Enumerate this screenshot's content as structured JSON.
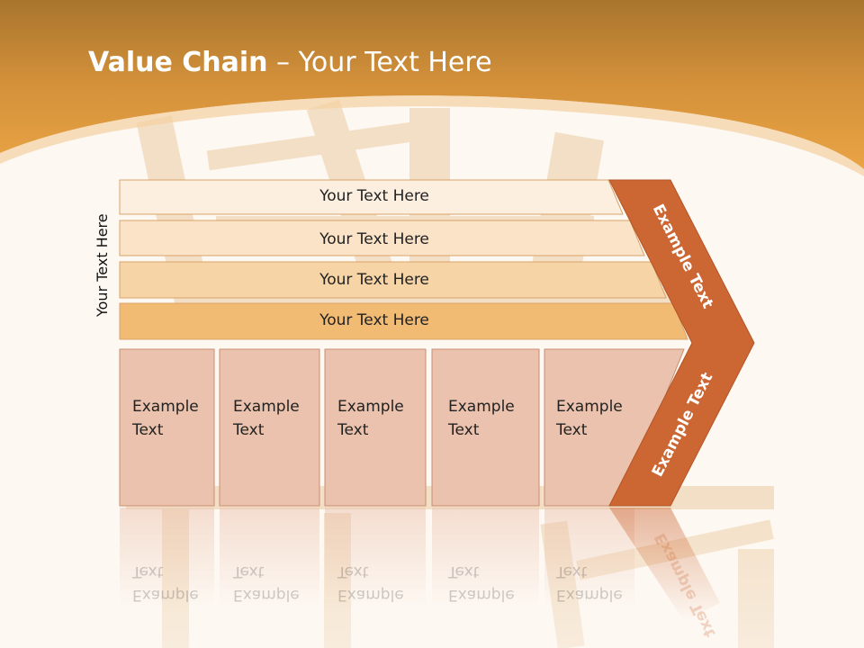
{
  "title": {
    "bold": "Value Chain",
    "rest": " – Your Text Here"
  },
  "side_label": "Your Text Here",
  "rows": [
    "Your Text Here",
    "Your Text Here",
    "Your Text Here",
    "Your Text Here"
  ],
  "cells": [
    {
      "line1": "Example",
      "line2": "Text"
    },
    {
      "line1": "Example",
      "line2": "Text"
    },
    {
      "line1": "Example",
      "line2": "Text"
    },
    {
      "line1": "Example",
      "line2": "Text"
    },
    {
      "line1": "Example",
      "line2": "Text"
    }
  ],
  "chevron": {
    "upper": "Example Text",
    "lower": "Example Text"
  },
  "colors": {
    "banner": "#e8a443",
    "row_fills": [
      "#fcefe0",
      "#fae3c6",
      "#f7d4a6",
      "#f2bb73"
    ],
    "cell_fill": "#ebc2ad",
    "chevron_fill": "#cc6633"
  }
}
